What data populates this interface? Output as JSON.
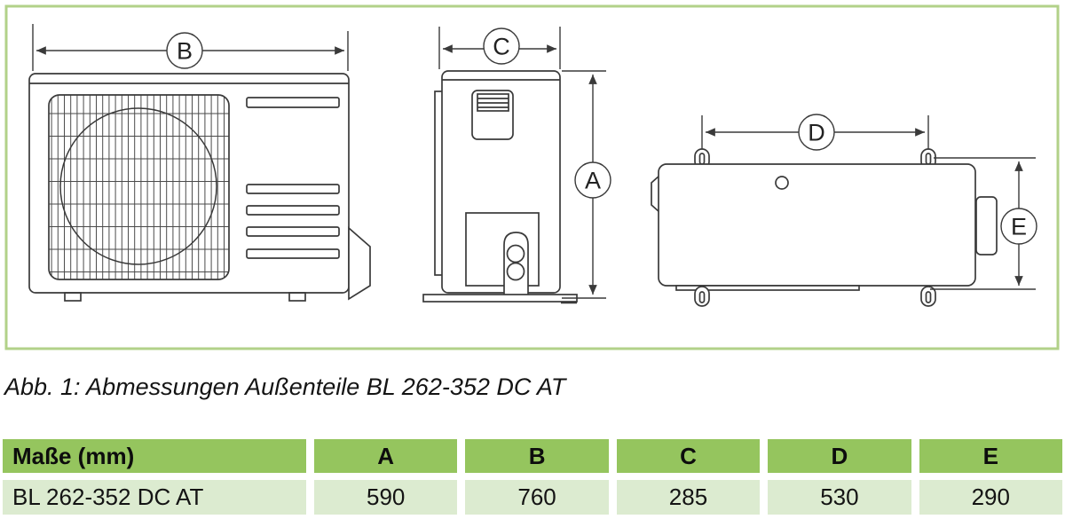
{
  "figure": {
    "labels": {
      "a": "A",
      "b": "B",
      "c": "C",
      "d": "D",
      "e": "E"
    }
  },
  "caption": "Abb. 1: Abmessungen Außenteile BL 262-352 DC AT",
  "table": {
    "header": [
      "Maße (mm)",
      "A",
      "B",
      "C",
      "D",
      "E"
    ],
    "row": [
      "BL 262-352 DC AT",
      "590",
      "760",
      "285",
      "530",
      "290"
    ]
  },
  "colors": {
    "frame_border": "#b2d189",
    "table_header_bg": "#95c55e",
    "table_row_bg": "#dcebd0",
    "drawing_line": "#3a3a3a"
  }
}
